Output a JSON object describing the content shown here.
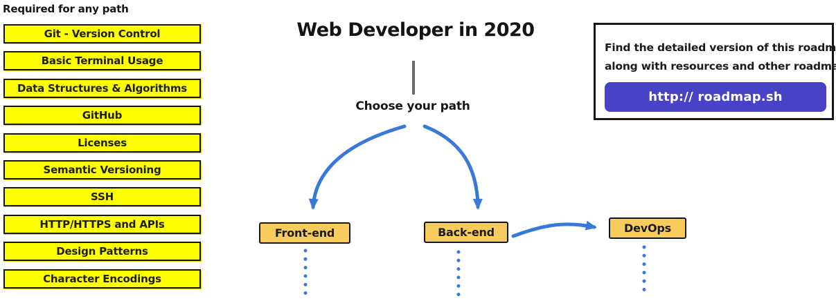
{
  "left_panel": {
    "heading": "Required for any path",
    "items": [
      "Git - Version Control",
      "Basic Terminal Usage",
      "Data Structures & Algorithms",
      "GitHub",
      "Licenses",
      "Semantic Versioning",
      "SSH",
      "HTTP/HTTPS and APIs",
      "Design Patterns",
      "Character Encodings"
    ]
  },
  "main": {
    "title": "Web Developer in 2020",
    "choose_label": "Choose your path",
    "paths": [
      {
        "label": "Front-end"
      },
      {
        "label": "Back-end"
      },
      {
        "label": "DevOps"
      }
    ]
  },
  "info_box": {
    "line1": "Find the detailed version of this roadmap",
    "line2": "along with resources and other roadmaps",
    "button_label": "http:// roadmap.sh"
  },
  "colors": {
    "highlight_yellow": "#FDFF00",
    "path_orange": "#F8CC5C",
    "arrow_blue": "#3878D8",
    "button_purple": "#4843C6",
    "line_gray": "#6A6A6A"
  }
}
